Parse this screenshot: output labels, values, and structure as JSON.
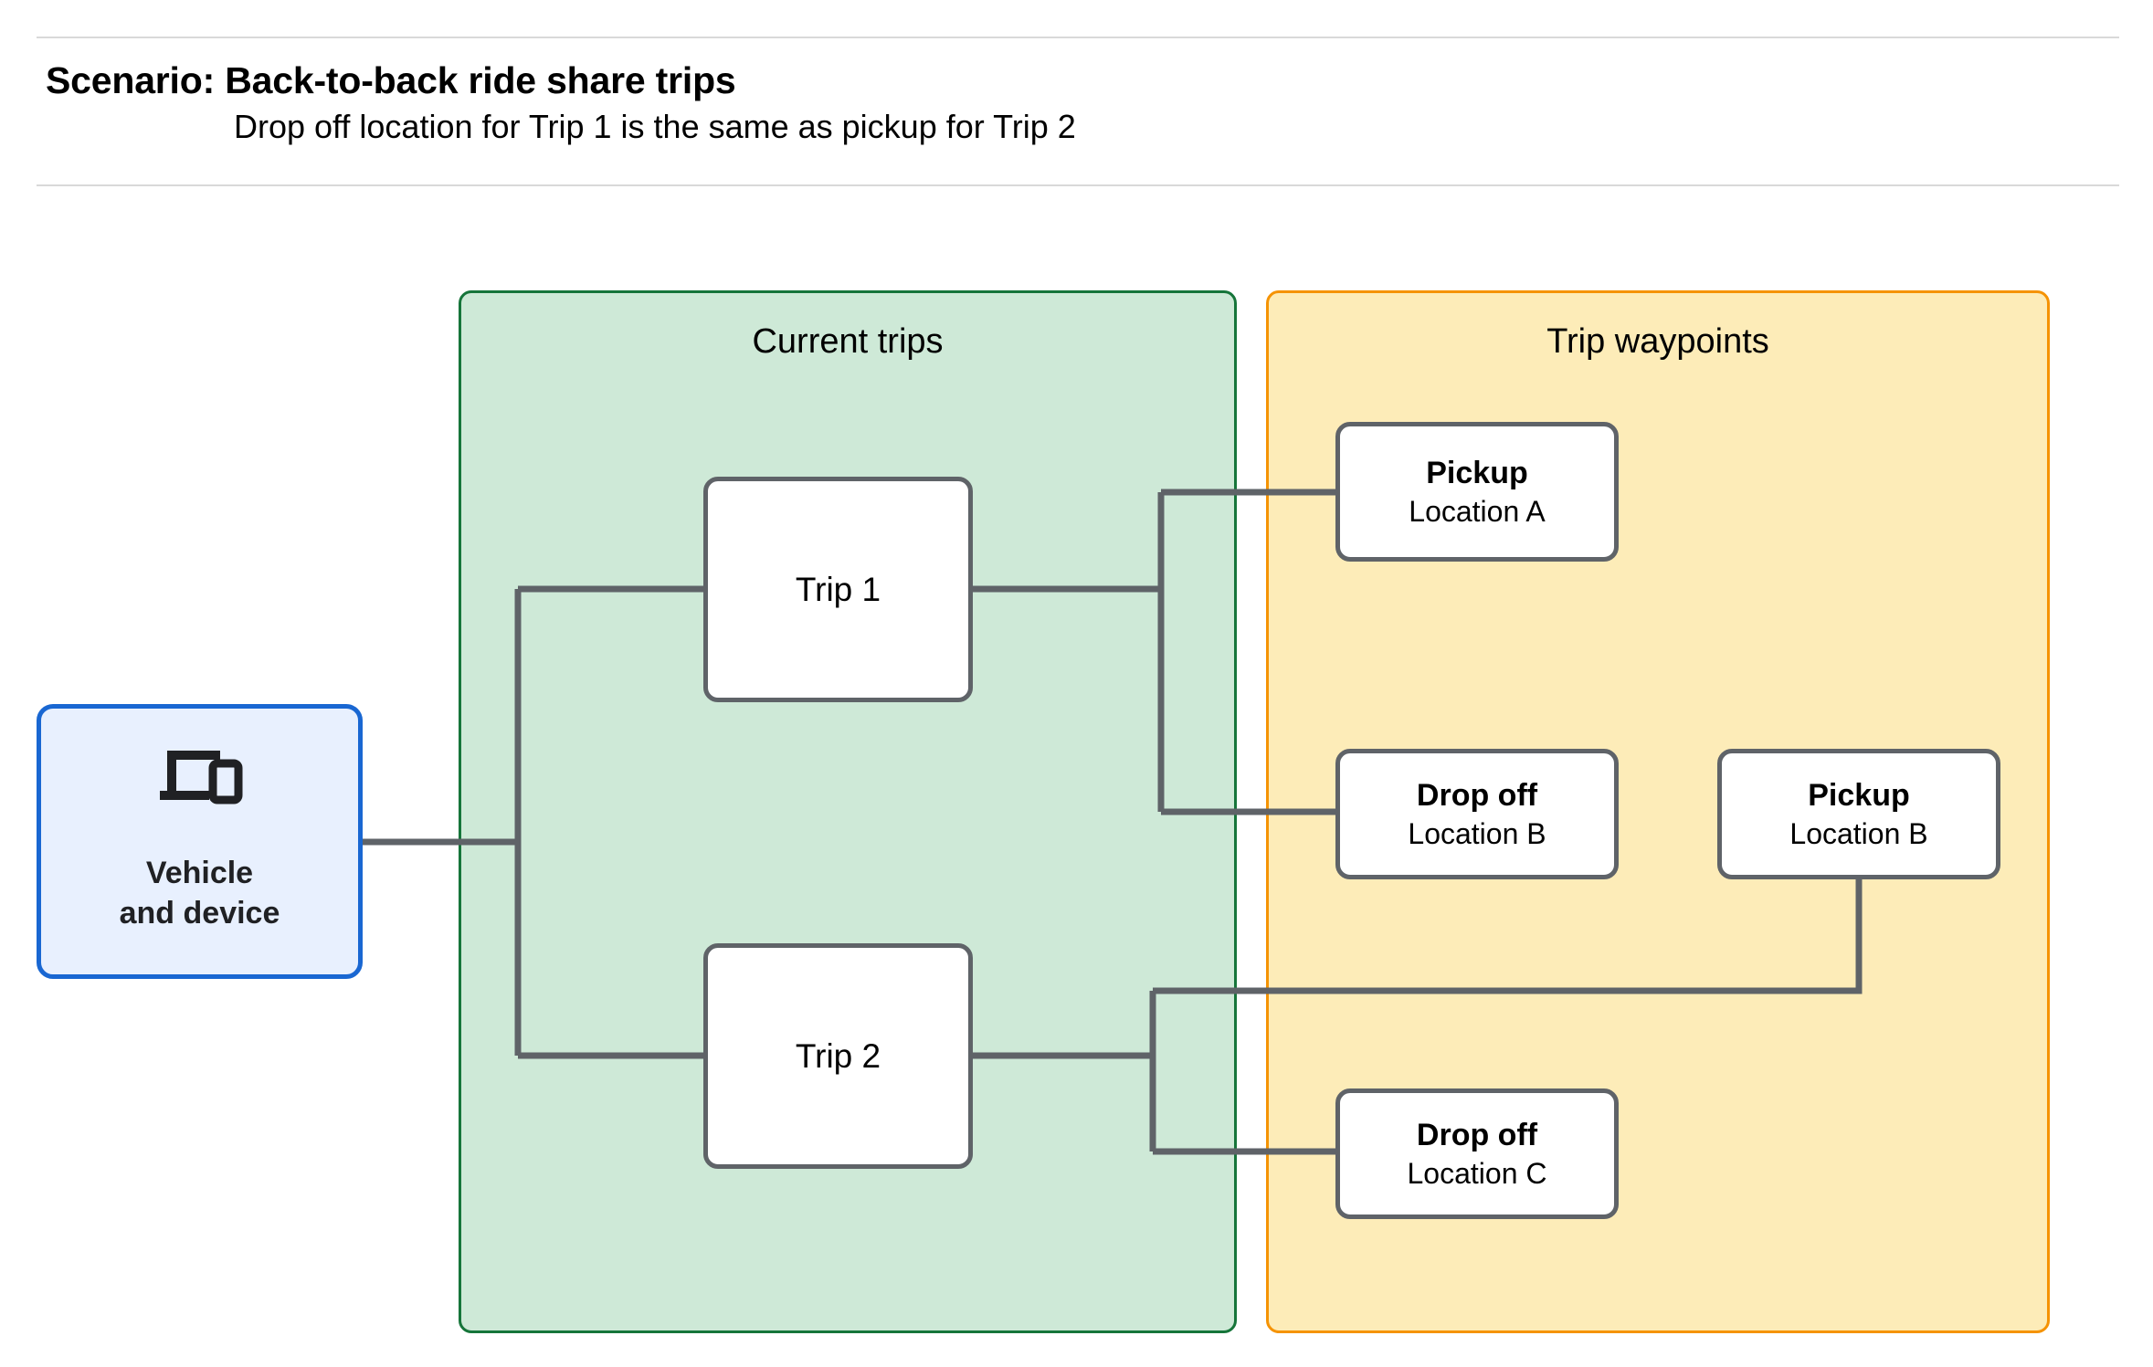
{
  "header": {
    "title": "Scenario: Back-to-back ride share trips",
    "subtitle": "Drop off  location for Trip 1 is the same as pickup for Trip 2"
  },
  "groups": {
    "current_trips": {
      "title": "Current trips",
      "fill": "#cee9d7",
      "border": "#16753a"
    },
    "trip_waypoints": {
      "title": "Trip waypoints",
      "fill": "#fdecb8",
      "border": "#f59304"
    }
  },
  "vehicle": {
    "label": "Vehicle\nand device",
    "icon": "laptop-and-phone-icon",
    "fill": "#e8f0fe",
    "border": "#1967d2"
  },
  "trips": [
    {
      "label": "Trip 1"
    },
    {
      "label": "Trip 2"
    }
  ],
  "waypoints": [
    {
      "title": "Pickup",
      "location": "Location A"
    },
    {
      "title": "Drop off",
      "location": "Location B"
    },
    {
      "title": "Pickup",
      "location": "Location B"
    },
    {
      "title": "Drop off",
      "location": "Location C"
    }
  ],
  "colors": {
    "connector": "#5f6368",
    "node_border": "#5f6368",
    "node_fill": "#ffffff",
    "rule": "#d9d9d9",
    "text": "#000000"
  }
}
